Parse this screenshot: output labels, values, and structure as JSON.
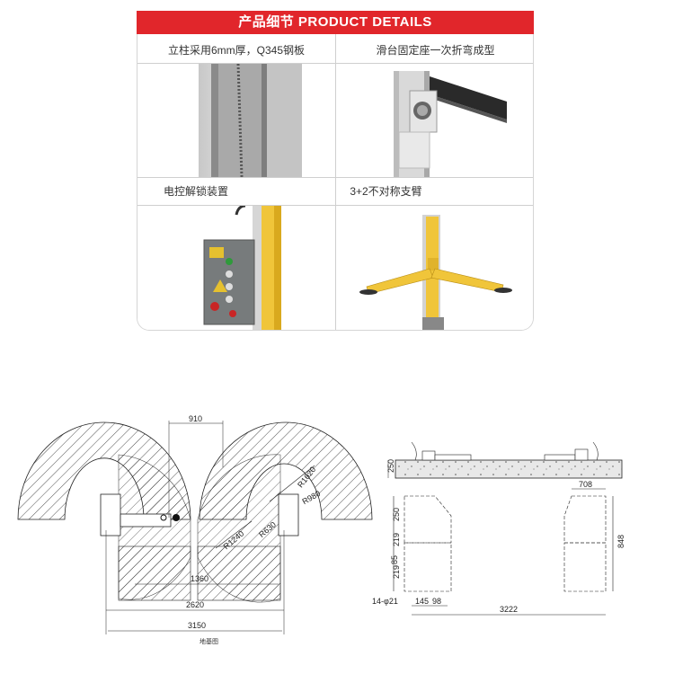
{
  "banner": {
    "title": "产品细节  PRODUCT DETAILS"
  },
  "details": [
    {
      "label": "立柱采用6mm厚，Q345钢板"
    },
    {
      "label": "滑台固定座一次折弯成型"
    },
    {
      "label": "电控解锁装置"
    },
    {
      "label": "3+2不对称支臂"
    }
  ],
  "drawing": {
    "dims": {
      "d910": "910",
      "d1360": "1360",
      "d2620": "2620",
      "d3150": "3150",
      "r1620": "R1620",
      "r980": "R980",
      "r1240": "R1240",
      "r630": "R630",
      "d250": "250",
      "d708": "708",
      "d250b": "250",
      "d219a": "219",
      "d85": "85",
      "d219b": "219",
      "d848": "848",
      "d14": "14-φ21",
      "d145": "145",
      "d98": "98",
      "d3222": "3222"
    },
    "caption": "地基图"
  }
}
